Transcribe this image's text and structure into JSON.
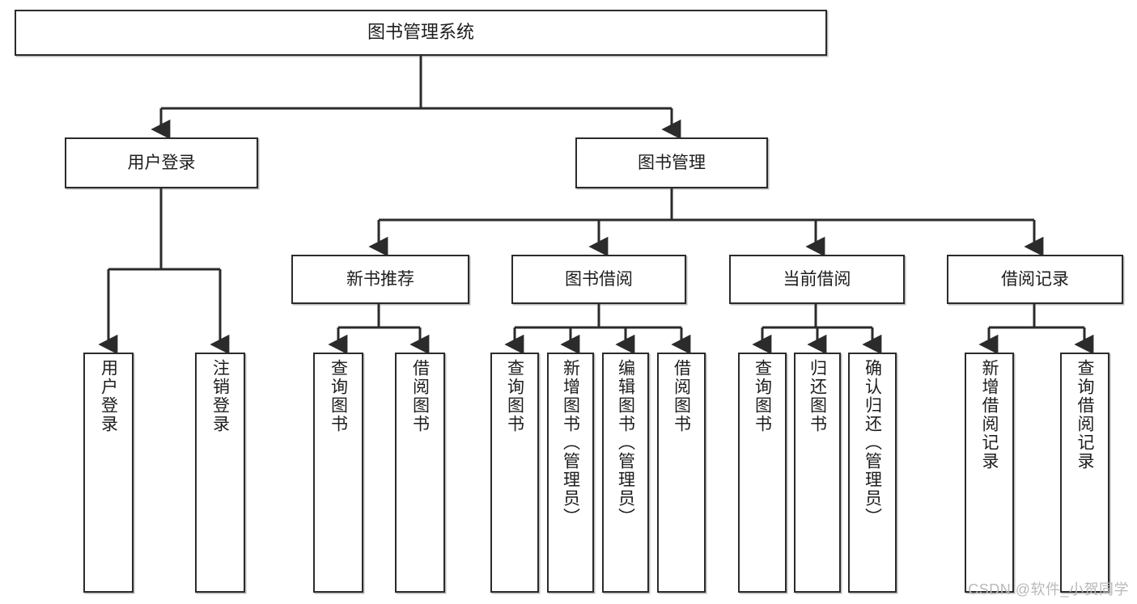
{
  "diagram": {
    "title": "图书管理系统",
    "type": "tree-hierarchy-diagram",
    "colors": {
      "box_border": "#2b2b2b",
      "box_fill": "#ffffff",
      "connector": "#2b2b2b",
      "text": "#1d1d1d",
      "watermark": "#b9b9b9"
    },
    "root": {
      "label": "图书管理系统"
    },
    "level2": [
      {
        "label": "用户登录"
      },
      {
        "label": "图书管理"
      }
    ],
    "level3": [
      {
        "label": "新书推荐"
      },
      {
        "label": "图书借阅"
      },
      {
        "label": "当前借阅"
      },
      {
        "label": "借阅记录"
      }
    ],
    "leaves": {
      "user_login": [
        {
          "label": "用户登录"
        },
        {
          "label": "注销登录"
        }
      ],
      "new_book_recommend": [
        {
          "label": "查询图书"
        },
        {
          "label": "借阅图书"
        }
      ],
      "book_borrow": [
        {
          "label": "查询图书"
        },
        {
          "label": "新增图书（管理员）"
        },
        {
          "label": "编辑图书（管理员）"
        },
        {
          "label": "借阅图书"
        }
      ],
      "current_borrow": [
        {
          "label": "查询图书"
        },
        {
          "label": "归还图书"
        },
        {
          "label": "确认归还（管理员）"
        }
      ],
      "borrow_record": [
        {
          "label": "新增借阅记录"
        },
        {
          "label": "查询借阅记录"
        }
      ]
    }
  },
  "watermark": {
    "text": "CSDN @软件_小贺同学"
  }
}
